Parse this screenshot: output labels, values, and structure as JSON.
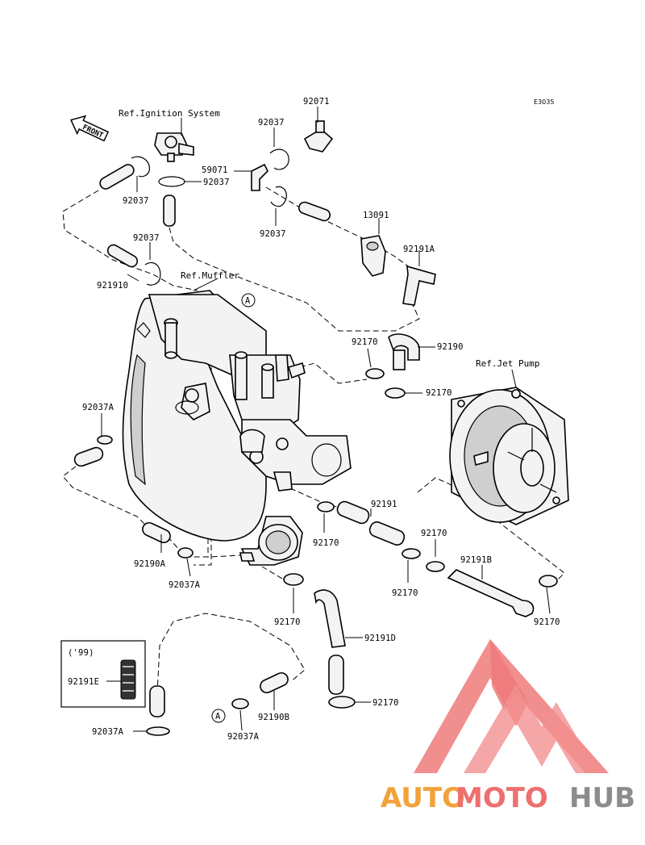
{
  "diagram": {
    "code": "E3035",
    "front_label": "FRONT",
    "refs": {
      "ignition": "Ref.Ignition System",
      "muffler": "Ref.Muffler",
      "jet_pump": "Ref.Jet Pump"
    },
    "callout_a": "A",
    "year_box_label": "('99)",
    "parts": {
      "p92071": "92071",
      "p92037_top_mid": "92037",
      "p59071": "59071",
      "p92037_ring": "92037",
      "p92037_left": "92037",
      "p92037_right": "92037",
      "p13091": "13091",
      "p92191A": "92191A",
      "p92037_upper": "92037",
      "p921910": "921910",
      "p92170_a": "92170",
      "p92190": "92190",
      "p92170_b": "92170",
      "p92037A_a": "92037A",
      "p92191": "92191",
      "p92170_c": "92170",
      "p92170_d": "92170",
      "p92191B": "92191B",
      "p92190A": "92190A",
      "p92037A_b": "92037A",
      "p92170_e": "92170",
      "p92170_f": "92170",
      "p92170_g": "92170",
      "p92191D": "92191D",
      "p92170_h": "92170",
      "p92191E": "92191E",
      "p92190B": "92190B",
      "p92037A_c": "92037A",
      "p92037A_d": "92037A"
    }
  },
  "watermark": {
    "brand_part1": "AUTO",
    "brand_part2": "MOTO",
    "brand_part3": "HUB",
    "color_orange": "#f2a23a",
    "color_red": "#ee6f6f",
    "color_gray": "#8c8c8c"
  }
}
